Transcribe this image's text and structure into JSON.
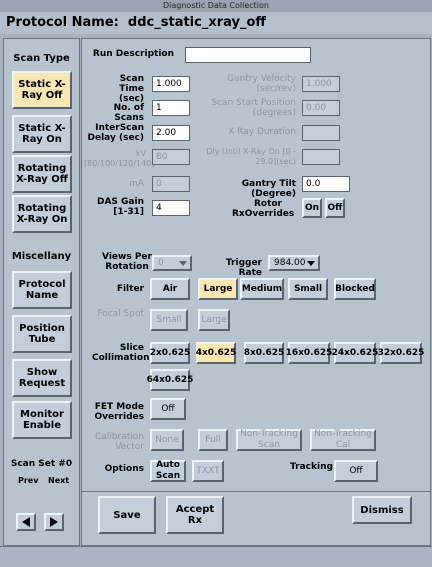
{
  "window": {
    "title": "Diagnostic Data Collection"
  },
  "protocol": {
    "label": "Protocol Name:",
    "value": "ddc_static_xray_off"
  },
  "sidebar": {
    "scan_type_title": "Scan Type",
    "scan_types": [
      "Static X-Ray Off",
      "Static X-Ray On",
      "Rotating X-Ray Off",
      "Rotating X-Ray On"
    ],
    "misc_title": "Miscellany",
    "misc": [
      "Protocol Name",
      "Position Tube",
      "Show Request",
      "Monitor Enable"
    ],
    "scan_set": "Scan Set #0",
    "prev": "Prev",
    "next": "Next"
  },
  "form": {
    "run_description_label": "Run Description",
    "run_description_value": "",
    "scan_time_label": "Scan Time (sec)",
    "scan_time": "1.000",
    "num_scans_label": "No. of Scans",
    "num_scans": "1",
    "interscan_label": "InterScan Delay (sec)",
    "interscan": "2.00",
    "kv_label": "kV [80/100/120/140]",
    "kv": "80",
    "ma_label": "mA",
    "ma": "0",
    "das_gain_label": "DAS Gain [1-31]",
    "das_gain": "4",
    "gantry_velocity_label": "Gantry Velocity (sec/rev)",
    "gantry_velocity": "1.000",
    "scan_start_label": "Scan Start Position (degrees)",
    "scan_start": "0.00",
    "xray_duration_label": "X-Ray Duration",
    "xray_duration": "",
    "dly_label": "Dly Until X-Ray On [0 - 29.0](sec)",
    "dly": "",
    "gantry_tilt_label": "Gantry Tilt (Degree)",
    "gantry_tilt": "0.0",
    "rotor_label": "Rotor RxOverrides",
    "rotor_on": "On",
    "rotor_off": "Off",
    "views_label": "Views Per Rotation",
    "views": "0",
    "trigger_label": "Trigger Rate",
    "trigger": "984.00",
    "filter_label": "Filter",
    "filters": [
      "Air",
      "Large",
      "Medium",
      "Small",
      "Blocked"
    ],
    "focal_label": "Focal Spot",
    "focal": [
      "Small",
      "Large"
    ],
    "slice_label": "Slice Collimation",
    "slices": [
      "2x0.625",
      "4x0.625",
      "8x0.625",
      "16x0.625",
      "24x0.625",
      "32x0.625",
      "64x0.625"
    ],
    "fet_label": "FET Mode Overrides",
    "fet": "Off",
    "calib_label": "Calibration Vector",
    "calib": [
      "None",
      "Full",
      "Non-Tracking Scan",
      "Non-Tracking Cal"
    ],
    "options_label": "Options",
    "options": [
      "Auto Scan",
      "TXXT"
    ],
    "tracking_label": "Tracking",
    "tracking": "Off"
  },
  "footer": {
    "save": "Save",
    "accept": "Accept Rx",
    "dismiss": "Dismiss"
  }
}
